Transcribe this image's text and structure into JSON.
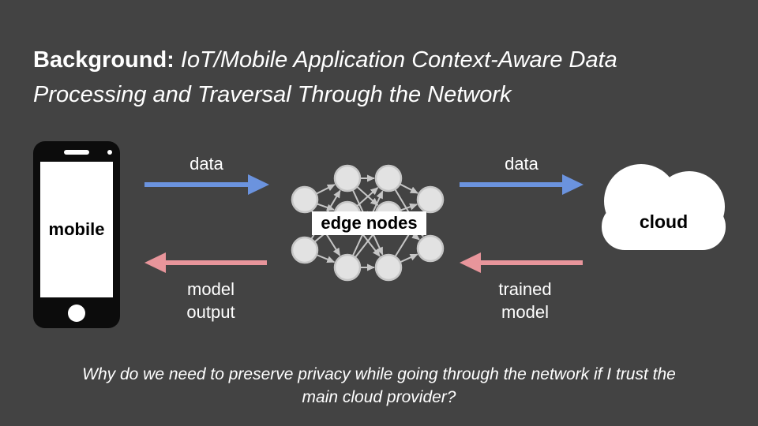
{
  "slide": {
    "title_bold": "Background:",
    "title_italic": " IoT/Mobile Application Context-Aware Data Processing and Traversal Through the Network",
    "question_lines": [
      "Why do we need to preserve privacy while going through the network if I trust the",
      "main cloud provider?"
    ]
  },
  "diagram": {
    "mobile_label": "mobile",
    "edge_nodes_label": "edge nodes",
    "cloud_label": "cloud",
    "arrows": {
      "top_left": "data",
      "top_right": "data",
      "bottom_left": "model output",
      "bottom_right": "trained model"
    },
    "labels": {
      "data_left": "data",
      "data_right": "data",
      "model_output_line1": "model",
      "model_output_line2": "output",
      "trained_model_line1": "trained",
      "trained_model_line2": "model"
    },
    "colors": {
      "background": "#434343",
      "data_arrow": "#6b93de",
      "model_arrow": "#e8959b",
      "node_fill": "#e2e2e2",
      "node_edge": "#c6c6c6",
      "text": "#ffffff"
    }
  }
}
